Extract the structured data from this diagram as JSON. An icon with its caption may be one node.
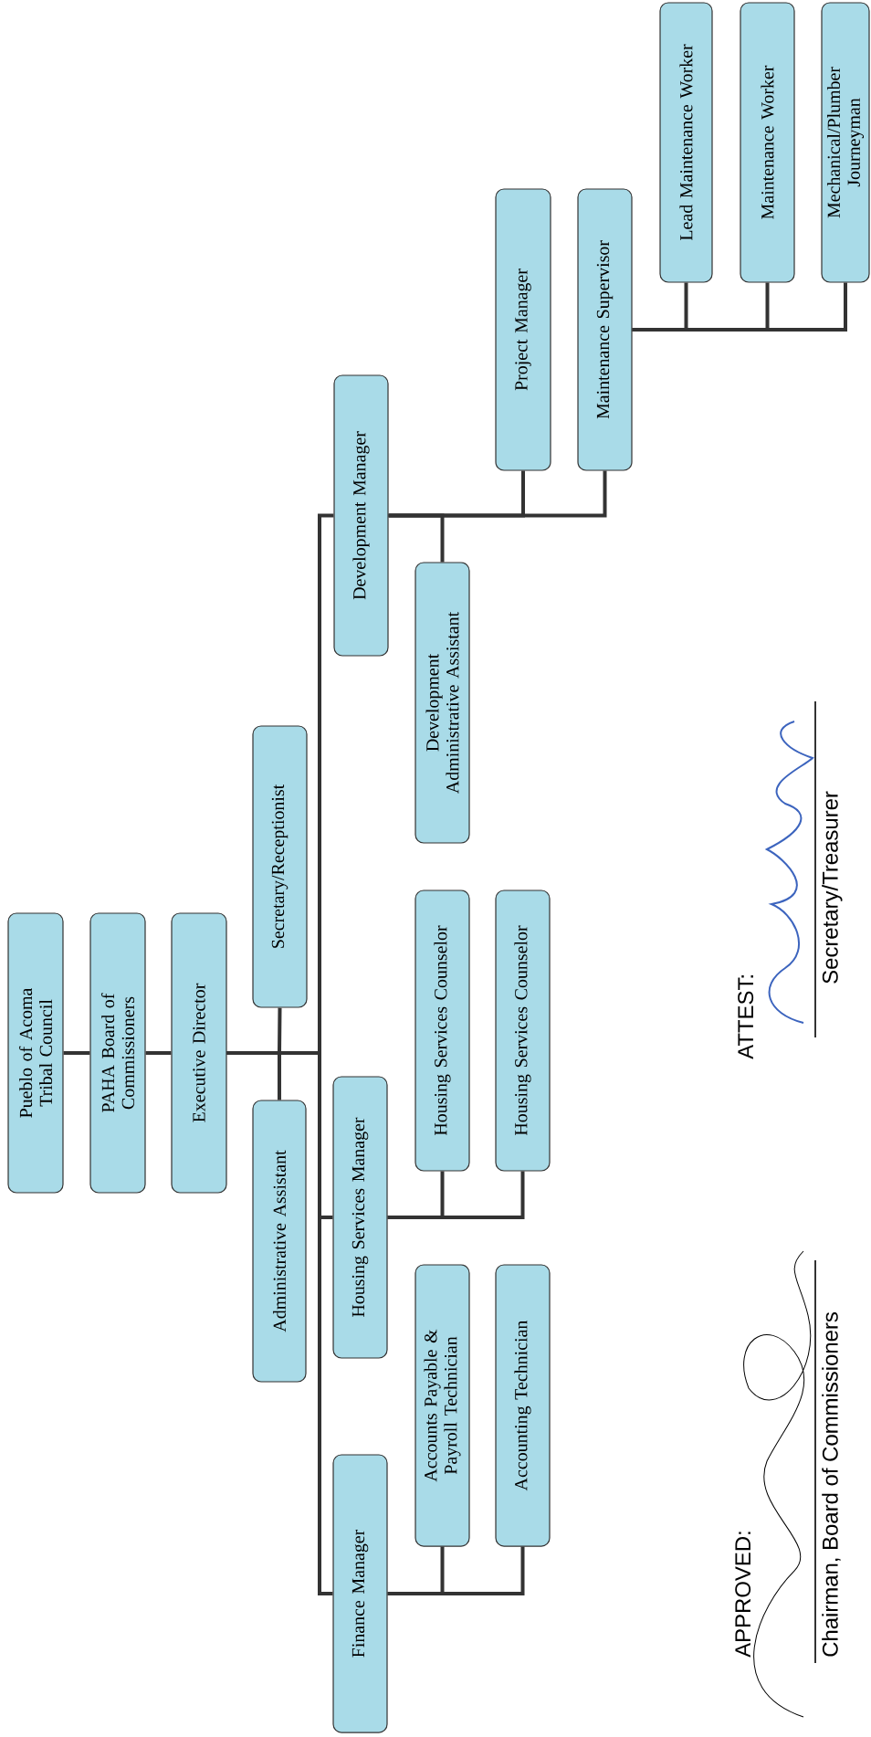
{
  "diagram": {
    "nodes": [
      {
        "text": [
          "Pueblo of Acoma Tribal Council"
        ]
      },
      {
        "text": [
          "PAHA Board of Commissioners"
        ]
      },
      {
        "text": [
          "Executive Director"
        ]
      },
      {
        "text": [
          "Secretary/Receptionist"
        ]
      },
      {
        "text": [
          "Administrative Assistant"
        ]
      },
      {
        "text": [
          "Finance Manager"
        ]
      },
      {
        "text": [
          "Housing Services Manager"
        ]
      },
      {
        "text": [
          "Development Manager"
        ]
      },
      {
        "text": [
          "Accounts Payable & Payroll Technician"
        ]
      },
      {
        "text": [
          "Accounting Technician"
        ]
      },
      {
        "text": [
          "Housing Services Counselor"
        ]
      },
      {
        "text": [
          "Housing Services Counselor"
        ]
      },
      {
        "text": [
          "Development Administrative Assistant"
        ]
      },
      {
        "text": [
          "Project Manager"
        ]
      },
      {
        "text": [
          "Maintenance Supervisor"
        ]
      },
      {
        "text": [
          "Lead Maintenance Worker"
        ]
      },
      {
        "text": [
          "Maintenance Worker"
        ]
      },
      {
        "text": [
          "Mechanical/Plumber Journeyman"
        ]
      }
    ],
    "edges": [
      {
        "from": 0,
        "to": 1,
        "arrow": "none"
      },
      {
        "from": 1,
        "to": 2,
        "arrow": "none"
      },
      {
        "from": 2,
        "to": 3,
        "arrow": "none"
      },
      {
        "from": 2,
        "to": 4,
        "arrow": "none"
      },
      {
        "from": 2,
        "to": 5,
        "arrow": "none"
      },
      {
        "from": 2,
        "to": 6,
        "arrow": "none"
      },
      {
        "from": 2,
        "to": 7,
        "arrow": "none"
      },
      {
        "from": 5,
        "to": 8,
        "arrow": "none"
      },
      {
        "from": 5,
        "to": 9,
        "arrow": "none"
      },
      {
        "from": 6,
        "to": 10,
        "arrow": "none"
      },
      {
        "from": 6,
        "to": 11,
        "arrow": "none"
      },
      {
        "from": 7,
        "to": 12,
        "arrow": "none"
      },
      {
        "from": 7,
        "to": 13,
        "arrow": "none"
      },
      {
        "from": 7,
        "to": 14,
        "arrow": "none"
      },
      {
        "from": 14,
        "to": 15,
        "arrow": "none"
      },
      {
        "from": 14,
        "to": 16,
        "arrow": "none"
      },
      {
        "from": 14,
        "to": 17,
        "arrow": "none"
      }
    ],
    "labels": [
      "ATTEST:",
      "Secretary/Treasurer",
      "APPROVED:",
      "Chairman, Board of Commissioners"
    ]
  }
}
